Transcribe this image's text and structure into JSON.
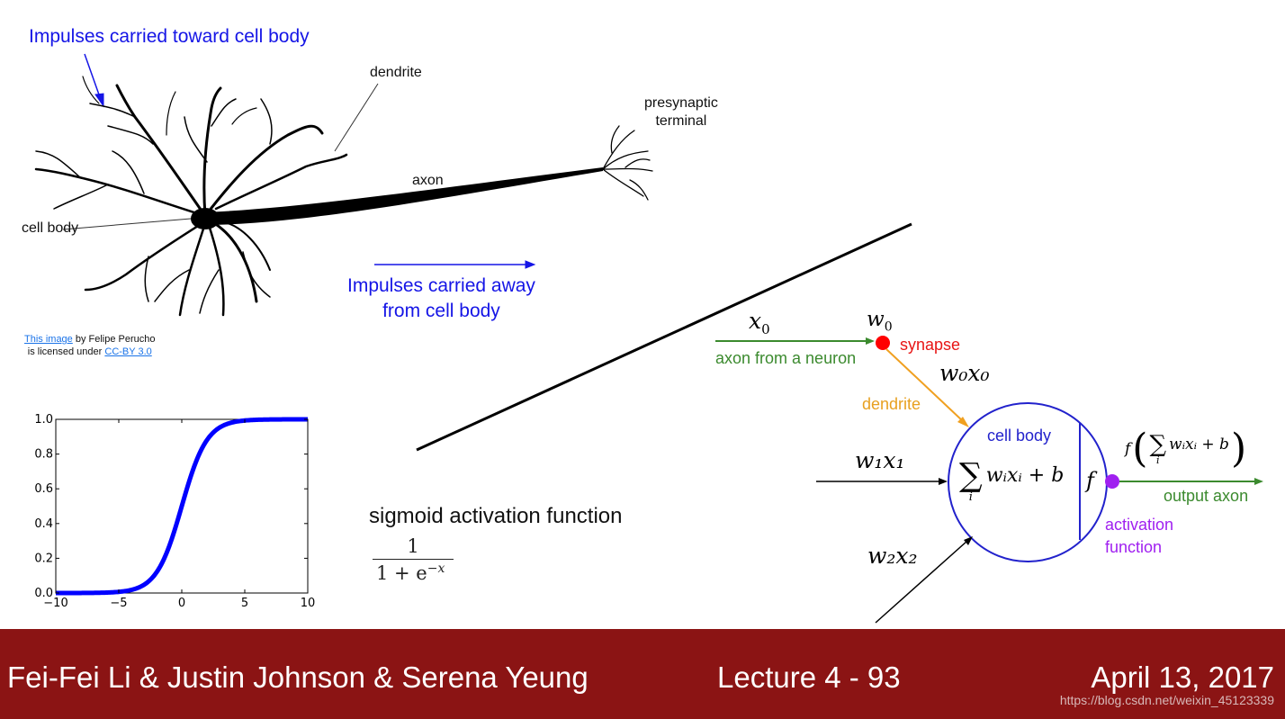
{
  "neuron_image": {
    "label_impulses_toward": "Impulses carried toward cell body",
    "label_dendrite": "dendrite",
    "label_presynaptic": [
      "presynaptic",
      "terminal"
    ],
    "label_axon": "axon",
    "label_cell_body": "cell body",
    "label_impulses_away": [
      "Impulses carried away",
      "from cell body"
    ],
    "credit": {
      "link_text": "This image",
      "by_text": " by Felipe Perucho",
      "license_prefix": "is licensed under ",
      "license_link": "CC-BY 3.0"
    }
  },
  "sigmoid": {
    "title": "sigmoid activation function",
    "formula_numerator": "1",
    "formula_denominator": "1 + e",
    "formula_exponent": "−x"
  },
  "chart_data": {
    "type": "line",
    "x_ticks": [
      "−10",
      "−5",
      "0",
      "5",
      "10"
    ],
    "y_ticks": [
      "0.0",
      "0.2",
      "0.4",
      "0.6",
      "0.8",
      "1.0"
    ],
    "xlim": [
      -10,
      10
    ],
    "ylim": [
      0,
      1
    ],
    "function": "sigmoid",
    "x": [
      -10,
      -8,
      -6,
      -5,
      -4,
      -3,
      -2,
      -1,
      0,
      1,
      2,
      3,
      4,
      5,
      6,
      8,
      10
    ],
    "y": [
      4.54e-05,
      0.000335,
      0.00247,
      0.0067,
      0.018,
      0.0474,
      0.1192,
      0.2689,
      0.5,
      0.7311,
      0.8808,
      0.9526,
      0.982,
      0.9933,
      0.9975,
      0.99966,
      0.99995
    ],
    "line_color": "#0000ff"
  },
  "neuron_model": {
    "x0": "x",
    "x0_sub": "0",
    "w0": "w",
    "w0_sub": "0",
    "synapse": "synapse",
    "axon_from_neuron": "axon from a neuron",
    "w0x0": "w₀x₀",
    "dendrite": "dendrite",
    "cell_body": "cell body",
    "w1x1": "w₁x₁",
    "w2x2": "w₂x₂",
    "sum_expr": "wᵢxᵢ + b",
    "sum_index": "i",
    "f": "f",
    "output_formula": "f",
    "output_axon": "output axon",
    "activation_function": [
      "activation",
      "function"
    ],
    "colors": {
      "green": "#3b8a2e",
      "red": "#ff0000",
      "orange": "#f0a020",
      "blue": "#2222cc",
      "purple": "#a020f0"
    }
  },
  "footer": {
    "authors": "Fei-Fei Li & Justin Johnson & Serena Yeung",
    "lecture": "Lecture 4 - 93",
    "date": "April 13, 2017",
    "url": "https://blog.csdn.net/weixin_45123339"
  }
}
